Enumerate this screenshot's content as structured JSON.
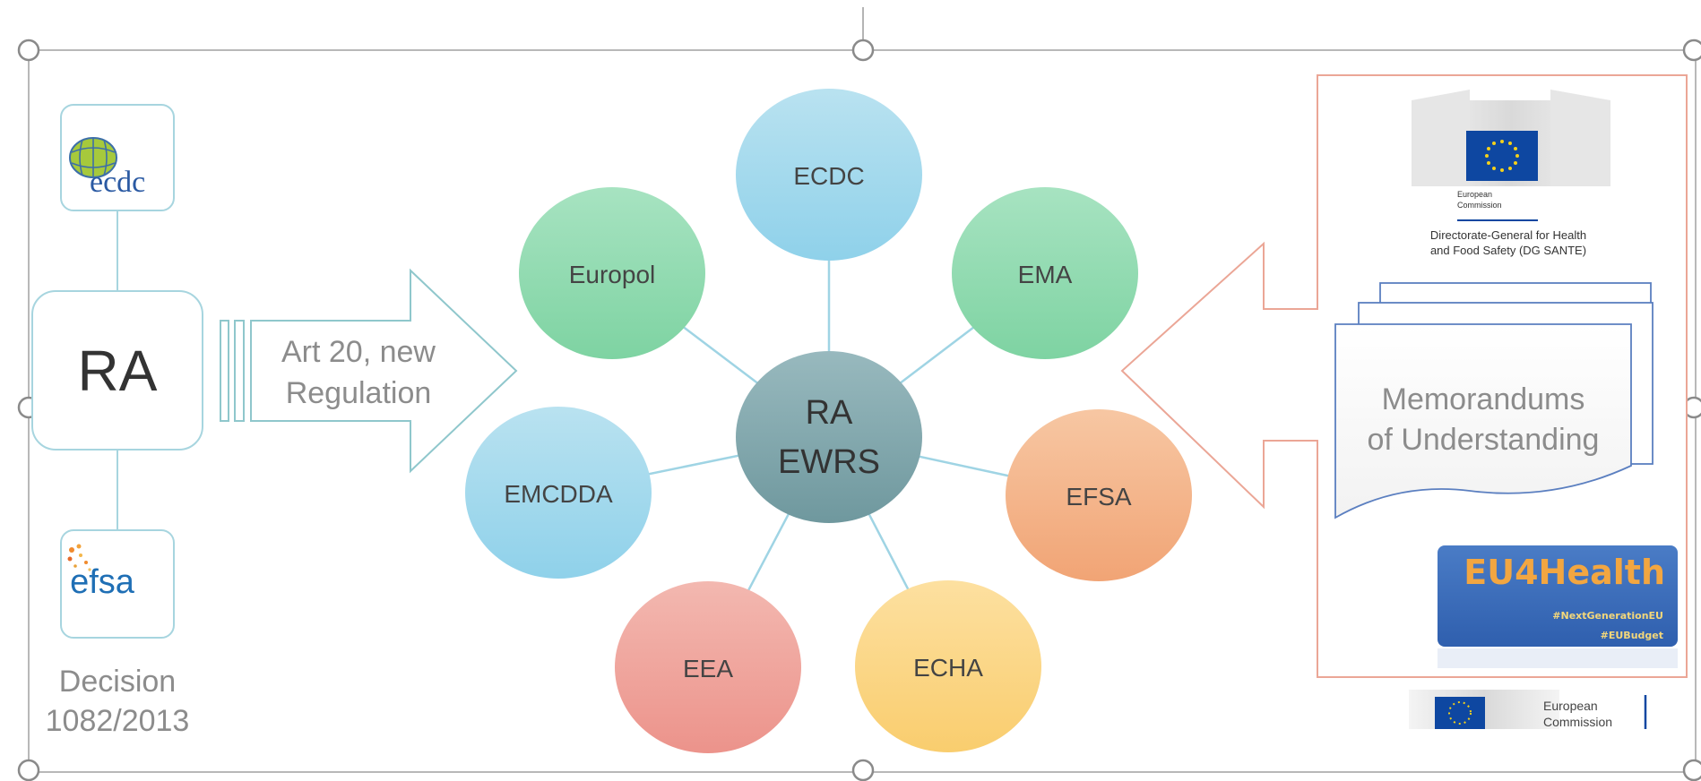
{
  "left_panel": {
    "ecdc_logo_text": "ecdc",
    "ra_label": "RA",
    "efsa_logo_text": "efsa",
    "decision_line1": "Decision",
    "decision_line2": "1082/2013"
  },
  "arrow": {
    "line1": "Art 20, new",
    "line2": "Regulation"
  },
  "hub": {
    "line1": "RA",
    "line2": "EWRS",
    "nodes": [
      {
        "id": "ecdc",
        "label": "ECDC",
        "color": "#9fd3ea"
      },
      {
        "id": "ema",
        "label": "EMA",
        "color": "#8ed8ac"
      },
      {
        "id": "efsa",
        "label": "EFSA",
        "color": "#f3b083"
      },
      {
        "id": "echa",
        "label": "ECHA",
        "color": "#fbd682"
      },
      {
        "id": "eea",
        "label": "EEA",
        "color": "#ef9e98"
      },
      {
        "id": "emcdda",
        "label": "EMCDDA",
        "color": "#9fd5ea"
      },
      {
        "id": "europol",
        "label": "Europol",
        "color": "#8fd6ad"
      }
    ],
    "hub_color": "#86a9ae"
  },
  "right_panel": {
    "ec_line1": "European",
    "ec_line2": "Commission",
    "dg_line1": "Directorate-General for Health",
    "dg_line2": "and Food Safety (DG SANTE)",
    "mou_line1": "Memorandums",
    "mou_line2": "of Understanding",
    "eu4health_title": "EU4Health",
    "eu4health_tag1": "#NextGenerationEU",
    "eu4health_tag2": "#EUBudget",
    "ec_bottom_line1": "European",
    "ec_bottom_line2": "Commission"
  },
  "colors": {
    "spoke": "#9fd4e4",
    "left_box_border": "#a7d5df",
    "arrow_border": "#8fc7cc",
    "right_arrow_border": "#eba696",
    "eu_blue": "#0e47a1",
    "eu_star": "#f4d11a",
    "eu4health_bg": "#3e6fbd",
    "eu4health_title": "#f2a641"
  }
}
